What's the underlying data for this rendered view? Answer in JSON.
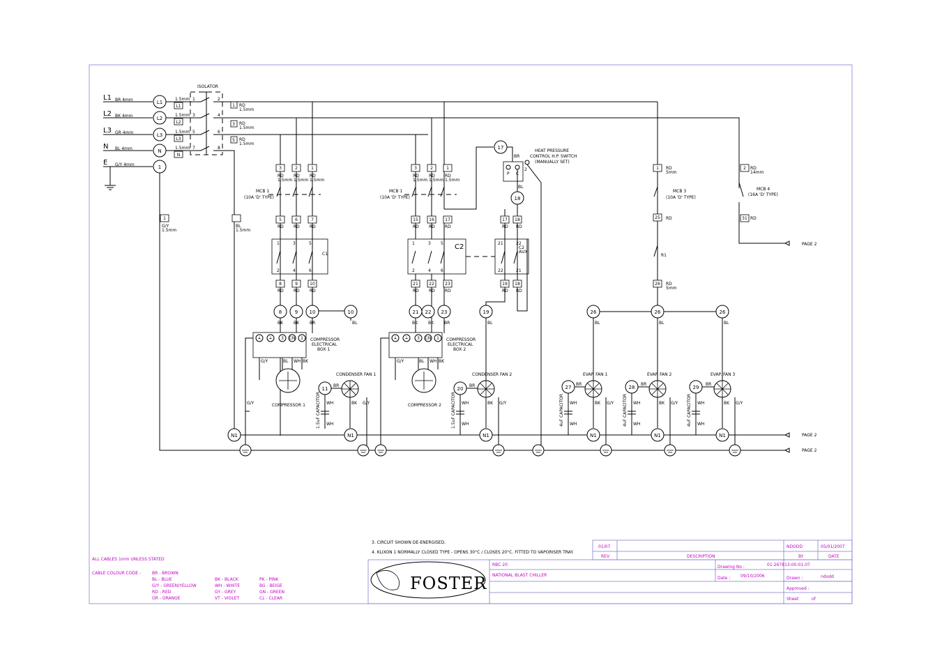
{
  "supply": {
    "lines": [
      {
        "label": "L1",
        "cable": "BR 4mm",
        "terminal": "L1",
        "node": "L1",
        "isolator_in": "1",
        "isolator_out": "2",
        "wire_out": "RD",
        "wire_size": "1.5mm"
      },
      {
        "label": "L2",
        "cable": "BK 4mm",
        "terminal": "L2",
        "node": "L2",
        "isolator_in": "3",
        "isolator_out": "4",
        "wire_out": "RD",
        "wire_size": "1.5mm"
      },
      {
        "label": "L3",
        "cable": "GR 4mm",
        "terminal": "L3",
        "node": "L3",
        "isolator_in": "5",
        "isolator_out": "6",
        "wire_out": "RD",
        "wire_size": "1.5mm"
      },
      {
        "label": "N",
        "cable": "BL 4mm",
        "terminal": "N",
        "node": "N",
        "isolator_in": "7",
        "isolator_out": "8"
      },
      {
        "label": "E",
        "cable": "G/Y 4mm",
        "node": "1"
      }
    ],
    "isolator_label": "ISOLATOR",
    "incoming_wire": "1.5mm"
  },
  "neutral_bus": {
    "wire": "BL",
    "wire_size": "1.5mm",
    "terminal": "N1"
  },
  "earth_bus": {
    "wire": "G/Y",
    "wire_size": "1.5mm",
    "terminal": "1"
  },
  "circuit1": {
    "mcb_label": "MCB 1",
    "mcb_type": "(10A 'D' TYPE)",
    "in_terminals": [
      "3",
      "2",
      "1"
    ],
    "in_wire": "RD",
    "in_wire_size": "1.5mm",
    "mid_terminals": [
      "5",
      "6",
      "7"
    ],
    "mid_wire": "RD",
    "contactor": "C1",
    "contactor_pins_top": [
      "1",
      "3",
      "5"
    ],
    "contactor_pins_bottom": [
      "2",
      "4",
      "6"
    ],
    "out_terminals": [
      "8",
      "9",
      "10"
    ],
    "out_wire": "RD",
    "nodes": [
      "8",
      "9",
      "10",
      "10"
    ],
    "node_wires": [
      "BK",
      "BK",
      "BR",
      "BL"
    ],
    "box_label": [
      "COMPRESSOR",
      "ELECTRICAL",
      "BOX 1"
    ],
    "box_pins": [
      "⏚",
      "⏚",
      "3",
      "CN",
      "1"
    ],
    "box_wires": [
      "G/Y",
      "BL",
      "WH",
      "BK"
    ],
    "compressor": "COMPRESSOR 1",
    "fan_label": "CONDENSER FAN 1",
    "fan_node": "11",
    "fan_wires": [
      "BR",
      "BK",
      "G/Y"
    ],
    "capacitor": "1.5uF CAPACITOR",
    "cap_wire": "WH",
    "gy": "G/Y"
  },
  "circuit2": {
    "mcb_label": "MCB 1",
    "mcb_type": "(10A 'D' TYPE)",
    "in_terminals": [
      "3",
      "2",
      "1"
    ],
    "in_wire": "RD",
    "in_wire_size": "1.5mm",
    "mid_terminals": [
      "15",
      "16",
      "17"
    ],
    "mid_wire": "RD",
    "contactor": "C2",
    "contactor_pins_top": [
      "1",
      "3",
      "5"
    ],
    "contactor_pins_bottom": [
      "2",
      "4",
      "6"
    ],
    "out_terminals": [
      "21",
      "22",
      "23"
    ],
    "out_wire": "RD",
    "nodes": [
      "21",
      "22",
      "23",
      "19"
    ],
    "node_wires": [
      "BK",
      "BK",
      "BR",
      "BL"
    ],
    "box_label": [
      "COMPRESSOR",
      "ELECTRICAL",
      "BOX 2"
    ],
    "box_pins": [
      "⏚",
      "⏚",
      "3",
      "CN",
      "1"
    ],
    "box_wires": [
      "G/Y",
      "BL",
      "WH",
      "BK"
    ],
    "compressor": "COMPRESSOR 2",
    "fan_label": "CONDENSER FAN 2",
    "fan_node": "20",
    "fan_wires": [
      "BR",
      "BK",
      "G/Y"
    ],
    "capacitor": "1.5uF CAPACITOR",
    "cap_wire": "WH",
    "gy": "G/Y"
  },
  "hp_switch": {
    "node_top": "17",
    "wire": "BR",
    "label": [
      "HEAT PRESSURE",
      "CONTROL H.P. SWITCH",
      "(MANUALLY SET)"
    ],
    "pins": [
      "P",
      "C",
      "2"
    ],
    "node_bottom": "18",
    "wire_bottom": "BL",
    "term_top": "17",
    "term_bottom": "19",
    "wire_rd": "RD",
    "aux_label": "C2",
    "aux_sub": "AUX",
    "aux_pins_top": [
      "21",
      "22"
    ],
    "aux_pins_bottom": [
      "22",
      "21"
    ]
  },
  "circuit3": {
    "in_terminal": "1",
    "in_wire": "RD",
    "in_wire_size": "5mm",
    "mcb_label": "MCB 3",
    "mcb_type": "(10A 'D' TYPE)",
    "mid_terminal": "25",
    "mid_wire": "RD",
    "relay": "R1",
    "out_terminal": "26",
    "out_wire": "RD",
    "out_wire_size": "5mm",
    "nodes": [
      "26",
      "26",
      "26"
    ],
    "node_wire": "BL",
    "fans": [
      {
        "label": "EVAP. FAN 1",
        "node": "27",
        "cap": "4uF CAPACITOR"
      },
      {
        "label": "EVAP. FAN 2",
        "node": "28",
        "cap": "4uF CAPACITOR"
      },
      {
        "label": "EVAP. FAN 3",
        "node": "29",
        "cap": "4uF CAPACITOR"
      }
    ],
    "fan_wires": [
      "BR",
      "BK",
      "G/Y"
    ],
    "cap_wire": "WH"
  },
  "circuit4": {
    "in_terminal": "2",
    "in_wire": "RD",
    "in_wire_size": "14mm",
    "mcb_label": "MCB 4",
    "mcb_type": "(16A 'D' TYPE)",
    "out_terminal": "31",
    "out_wire": "RD",
    "page_ref": "PAGE 2"
  },
  "page_refs": [
    "PAGE 2",
    "PAGE 2",
    "PAGE 2"
  ],
  "notes": [
    "3. CIRCUIT SHOWN DE-ENERGISED.",
    "4. KLIXON 1 NORMALLY CLOSED TYPE - OPENS 30°C / CLOSES 20°C. FITTED TO VAPORISER TRAY."
  ],
  "legend": {
    "heading": "ALL CABLES 1mm UNLESS STATED",
    "title": "CABLE COLOUR CODE -",
    "col1": [
      "BR - BROWN",
      "BL - BLUE",
      "G/Y - GREEN/YELLOW",
      "RD - RED",
      "OR - ORANGE"
    ],
    "col2": [
      "BK - BLACK",
      "WH - WHITE",
      "GY - GREY",
      "VT - VIOLET"
    ],
    "col3": [
      "PK - PINK",
      "BG - BEIGE",
      "GN - GREEN",
      "CL - CLEAR"
    ],
    "color": "#c000c0"
  },
  "title_block": {
    "rev_value": "01/07",
    "rev_label": "REV",
    "desc_label": "DESCRIPTION",
    "by_value": "NDODD",
    "by_label": "BY",
    "date_value": "05/01/2007",
    "date_label": "DATE",
    "logo_text": "FOSTER",
    "model": "RBC 20",
    "product": "NATIONAL BLAST CHILLER",
    "drawing_no_label": "Drawing No :",
    "drawing_no": "01-267813-00-01.07",
    "date_label2": "Date :",
    "date2": "09/10/2006",
    "drawn_label": "Drawn :",
    "drawn": "ndodd",
    "approved_label": "Approved :",
    "sheet_label": "Sheet",
    "sheet_of": "of"
  }
}
